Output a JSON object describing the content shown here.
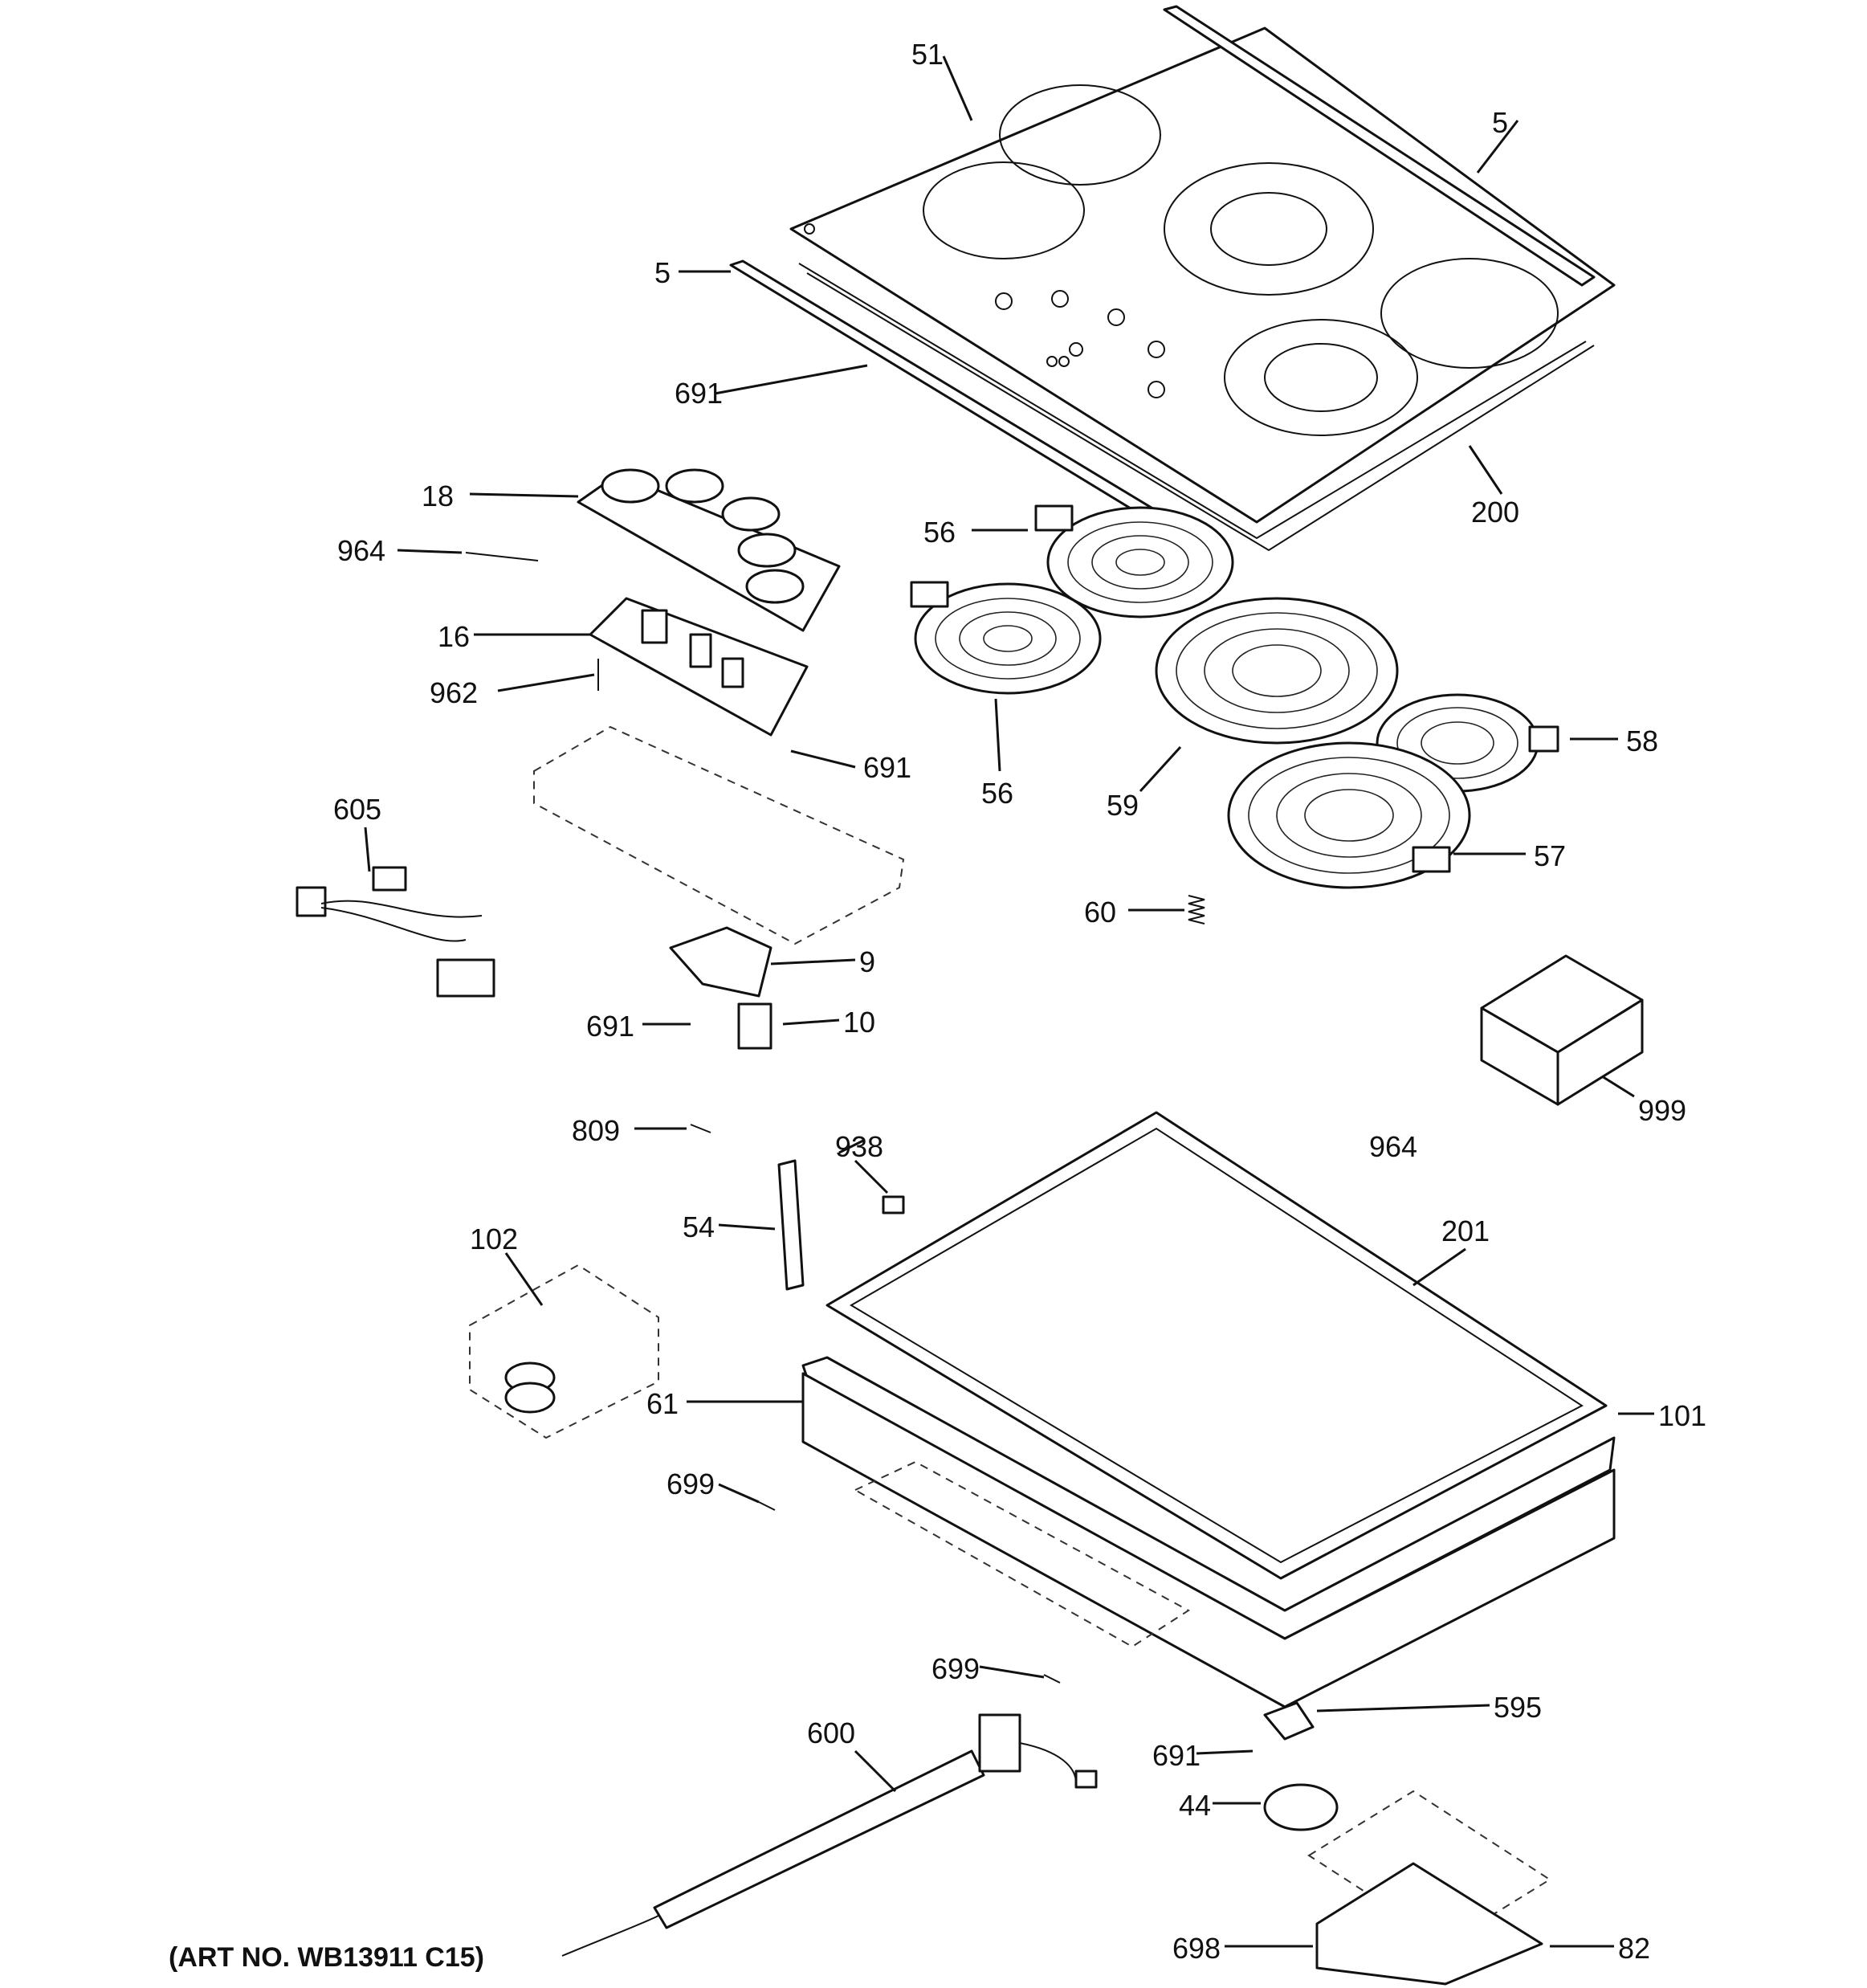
{
  "art_number": "(ART NO. WB13911 C15)",
  "callouts": {
    "c51": "51",
    "c5a": "5",
    "c5b": "5",
    "c691a": "691",
    "c200": "200",
    "c18": "18",
    "c964a": "964",
    "c16": "16",
    "c962": "962",
    "c691b": "691",
    "c605": "605",
    "c9": "9",
    "c691c": "691",
    "c10": "10",
    "c56a": "56",
    "c56b": "56",
    "c59": "59",
    "c58": "58",
    "c57": "57",
    "c60": "60",
    "c999": "999",
    "c809": "809",
    "c938": "938",
    "c964b": "964",
    "c54": "54",
    "c201": "201",
    "c102": "102",
    "c61": "61",
    "c101": "101",
    "c699a": "699",
    "c699b": "699",
    "c595": "595",
    "c600": "600",
    "c691d": "691",
    "c44": "44",
    "c698": "698",
    "c82": "82"
  }
}
